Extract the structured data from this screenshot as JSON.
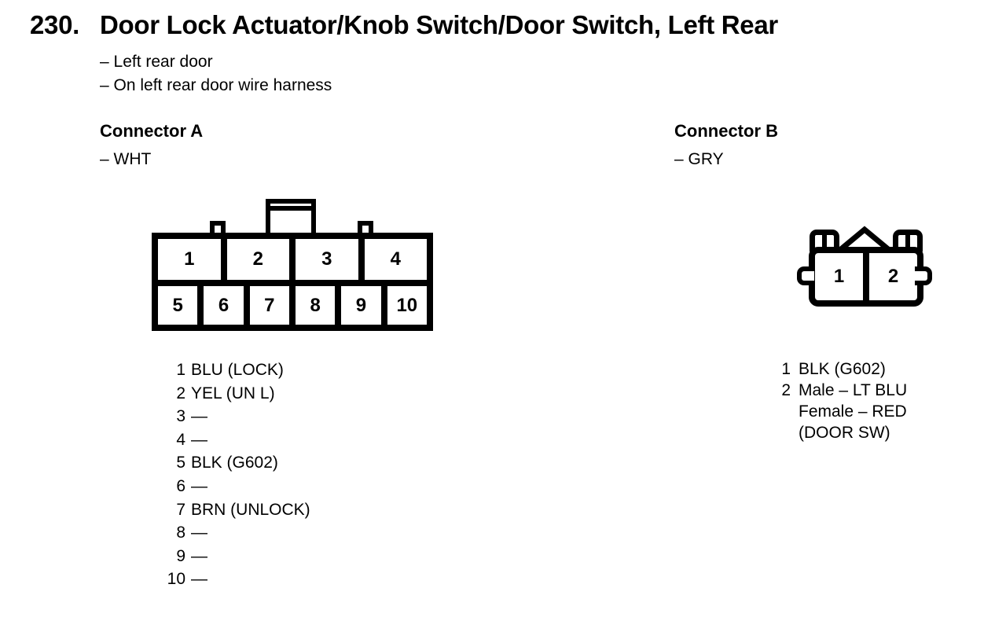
{
  "document": {
    "section_number": "230.",
    "title": "Door Lock Actuator/Knob Switch/Door Switch, Left Rear",
    "location_notes": [
      "– Left rear door",
      "– On left rear door wire harness"
    ]
  },
  "connector_a": {
    "heading": "Connector A",
    "housing_color": "– WHT",
    "diagram": {
      "top_row_pins": [
        "1",
        "2",
        "3",
        "4"
      ],
      "bottom_row_pins": [
        "5",
        "6",
        "7",
        "8",
        "9",
        "10"
      ]
    },
    "pin_list": [
      {
        "pin": "1",
        "desc": "BLU (LOCK)"
      },
      {
        "pin": "2",
        "desc": "YEL (UN L)"
      },
      {
        "pin": "3",
        "desc": "—"
      },
      {
        "pin": "4",
        "desc": "—"
      },
      {
        "pin": "5",
        "desc": "BLK (G602)"
      },
      {
        "pin": "6",
        "desc": "—"
      },
      {
        "pin": "7",
        "desc": "BRN (UNLOCK)"
      },
      {
        "pin": "8",
        "desc": "—"
      },
      {
        "pin": "9",
        "desc": "—"
      },
      {
        "pin": "10",
        "desc": "—"
      }
    ]
  },
  "connector_b": {
    "heading": "Connector B",
    "housing_color": "– GRY",
    "diagram": {
      "pins": [
        "1",
        "2"
      ]
    },
    "pin_list": [
      {
        "pin": "1",
        "lines": [
          "BLK (G602)",
          "",
          ""
        ]
      },
      {
        "pin": "2",
        "lines": [
          "Male – LT BLU",
          "Female – RED",
          "(DOOR SW)"
        ]
      }
    ]
  },
  "colors": {
    "ink": "#000000",
    "paper": "#ffffff"
  }
}
